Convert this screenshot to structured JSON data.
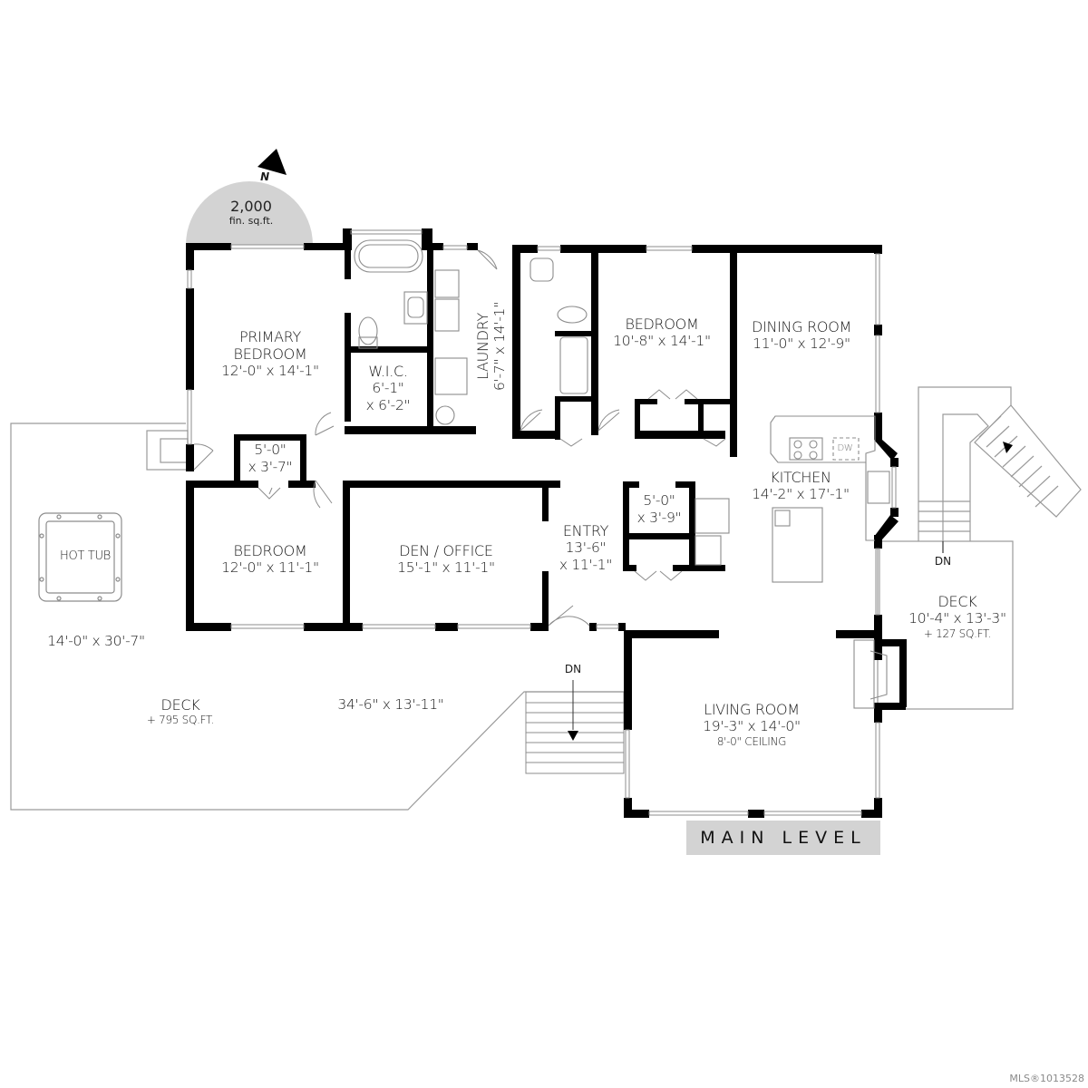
{
  "summary": {
    "area_value": "2,000",
    "area_unit": "fin. sq.ft.",
    "north_label": "N"
  },
  "level_label": "MAIN LEVEL",
  "watermark": "MLS®1013528",
  "rooms": {
    "primary_bedroom": {
      "name_line1": "PRIMARY",
      "name_line2": "BEDROOM",
      "dims": "12'-0\" x 14'-1\""
    },
    "wic": {
      "name": "W.I.C.",
      "dims_line1": "6'-1\"",
      "dims_line2": "x 6'-2\""
    },
    "laundry": {
      "name": "LAUNDRY",
      "dims": "6'-7\" x 14'-1\""
    },
    "bedroom_north": {
      "name": "BEDROOM",
      "dims": "10'-8\" x 14'-1\""
    },
    "dining_room": {
      "name": "DINING ROOM",
      "dims": "11'-0\" x 12'-9\""
    },
    "kitchen": {
      "name": "KITCHEN",
      "dims": "14'-2\" x 17'-1\"",
      "appliance_dw": "DW"
    },
    "closet_west": {
      "dims_line1": "5'-0\"",
      "dims_line2": "x 3'-7\""
    },
    "closet_entry": {
      "dims_line1": "5'-0\"",
      "dims_line2": "x 3'-9\""
    },
    "bedroom_south": {
      "name": "BEDROOM",
      "dims": "12'-0\" x 11'-1\""
    },
    "den_office": {
      "name": "DEN / OFFICE",
      "dims": "15'-1\" x 11'-1\""
    },
    "entry": {
      "name": "ENTRY",
      "dims_line1": "13'-6\"",
      "dims_line2": "x 11'-1\""
    },
    "living_room": {
      "name": "LIVING ROOM",
      "dims": "19'-3\" x 14'-0\"",
      "ceiling": "8'-0\" CEILING"
    },
    "deck_west": {
      "name": "DECK",
      "extra": "+ 795 SQ.FT.",
      "dims_a": "14'-0\" x 30'-7\"",
      "dims_b": "34'-6\" x 13'-11\""
    },
    "deck_east": {
      "name": "DECK",
      "dims": "10'-4\" x 13'-3\"",
      "extra": "+ 127 SQ.FT."
    },
    "hot_tub": {
      "name": "HOT TUB"
    }
  },
  "stairs": {
    "down_label_west": "DN",
    "down_label_east": "DN"
  },
  "colors": {
    "wall": "#000000",
    "fixture": "#8c8c8c",
    "compass_fill": "#d3d3d3",
    "label_bg": "#d3d3d3",
    "watermark": "#8a8a8a"
  }
}
